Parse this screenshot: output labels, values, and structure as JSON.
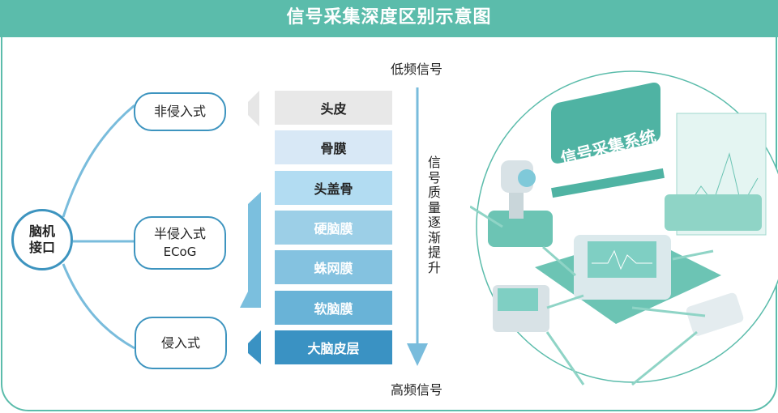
{
  "title": "信号采集深度区别示意图",
  "root": {
    "line1": "脑机",
    "line2": "接口"
  },
  "categories": [
    {
      "label": "非侵入式"
    },
    {
      "label": "半侵入式",
      "sub": "ECoG"
    },
    {
      "label": "侵入式"
    }
  ],
  "layers": [
    {
      "label": "头皮",
      "color": "#e8e8e8",
      "text_color": "#222222"
    },
    {
      "label": "骨膜",
      "color": "#d8e8f6",
      "text_color": "#222222"
    },
    {
      "label": "头盖骨",
      "color": "#b2dcf2",
      "text_color": "#222222"
    },
    {
      "label": "硬脑膜",
      "color": "#9ccfe7",
      "text_color": "#ffffff"
    },
    {
      "label": "蛛网膜",
      "color": "#84c2e0",
      "text_color": "#ffffff"
    },
    {
      "label": "软脑膜",
      "color": "#69b3d7",
      "text_color": "#ffffff"
    },
    {
      "label": "大脑皮层",
      "color": "#3a92c3",
      "text_color": "#ffffff"
    }
  ],
  "axis": {
    "top": "低频信号",
    "bottom": "高频信号",
    "middle": "信号质量逐渐提升"
  },
  "illustration": {
    "sign": "信号采集系统"
  },
  "colors": {
    "teal": "#5bbcab",
    "blue": "#3d94bf"
  }
}
